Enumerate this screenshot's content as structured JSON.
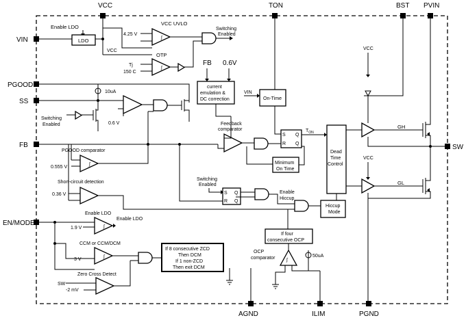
{
  "pins": {
    "vcc": "VCC",
    "ton": "TON",
    "bst": "BST",
    "pvin": "PVIN",
    "vin": "VIN",
    "pgood": "PGOOD",
    "ss": "SS",
    "fb": "FB",
    "en_mode": "EN/MODE",
    "sw": "SW",
    "agnd": "AGND",
    "ilim": "ILIM",
    "pgnd": "PGND"
  },
  "labels": {
    "enable_ldo_top": "Enable LDO",
    "ldo": "LDO",
    "vcc_uvlo": "VCC UVLO",
    "uvlo_ref": "4.25 V",
    "switching_enabled_top": "Switching\nEnabled",
    "vcc_small": "VCC",
    "otp": "OTP",
    "tj": "Tj",
    "otp_ref": "150 C",
    "fb_small": "FB",
    "ref_06": "0.6V",
    "current_emulation": "current\nemulation &\nDC correction",
    "vin_small": "VIN",
    "on_time": "On-Time",
    "ss_current": "10uA",
    "ss_ref": "0.6 V",
    "switching_enabled_left": "Switching\nEnabled",
    "feedback_comparator": "Feedback\ncomparator",
    "ton_label": "TON",
    "dead_time_control": "Dead\nTime\nControl",
    "gh": "GH",
    "gl": "GL",
    "vcc_hs": "VCC",
    "vcc_ls": "VCC",
    "min_on_time": "Minimum\nOn Time",
    "pgood_comparator": "PGOOD comparator",
    "pgood_ref": "0.555 V",
    "short_circuit_detection": "Short-circuit detection",
    "sc_ref": "0.36 V",
    "switching_enabled_mid": "Switching\nEnabled",
    "enable_hiccup": "Enable\nHiccup",
    "hiccup_mode": "Hiccup\nMode",
    "enable_ldo_mid": "Enable LDO",
    "en_ref": "1.9 V",
    "enable_ldo_out": "Enable LDO",
    "ccm_dcm": "CCM or CCM/DCM",
    "ccm_ref": "3 V",
    "zcd_logic": "If 8 consecutive ZCD\nThen DCM\nIf 1 non-ZCD\nThen exit DCM",
    "zero_cross_detect": "Zero Cross Detect",
    "zcd_sw": "SW",
    "zcd_ref": "-2 mV",
    "four_ocp": "If four\nconsecutive OCP",
    "ocp_comparator": "OCP\ncomparator",
    "ilim_current": "50uA",
    "flop_s": "S",
    "flop_r": "R",
    "flop_q": "Q",
    "flop_qb": "Q"
  }
}
